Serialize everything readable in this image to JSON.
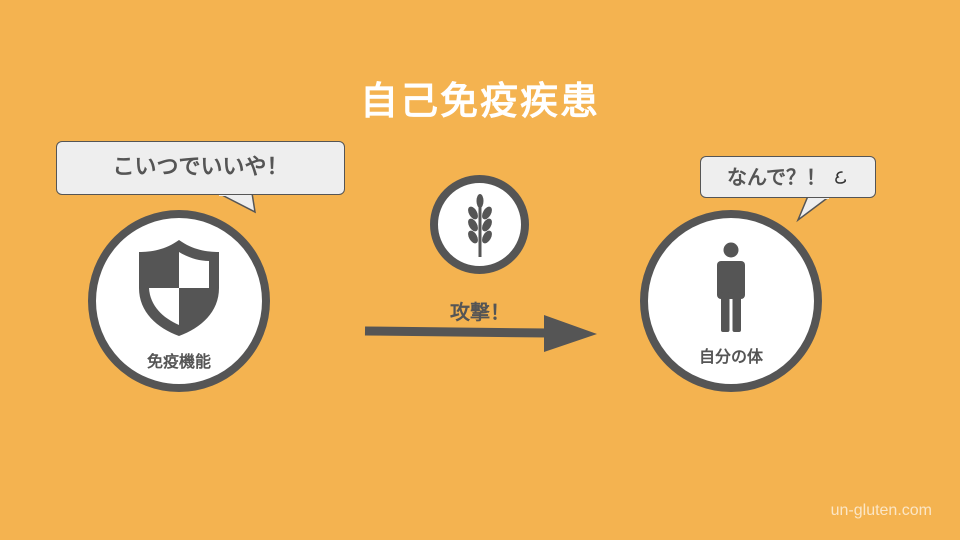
{
  "title": "自己免疫疾患",
  "immune": {
    "speech": "こいつでいいや！",
    "label": "免疫機能",
    "icon": "shield-icon"
  },
  "gluten": {
    "icon": "wheat-icon"
  },
  "attack": {
    "label": "攻撃！"
  },
  "body": {
    "speech": "なんで？！",
    "label": "自分の体",
    "icon": "person-icon"
  },
  "footer": "un-gluten.com",
  "colors": {
    "background": "#F4B350",
    "dark": "#555555",
    "bubble": "#EEEEEE",
    "white": "#FFFFFF"
  }
}
